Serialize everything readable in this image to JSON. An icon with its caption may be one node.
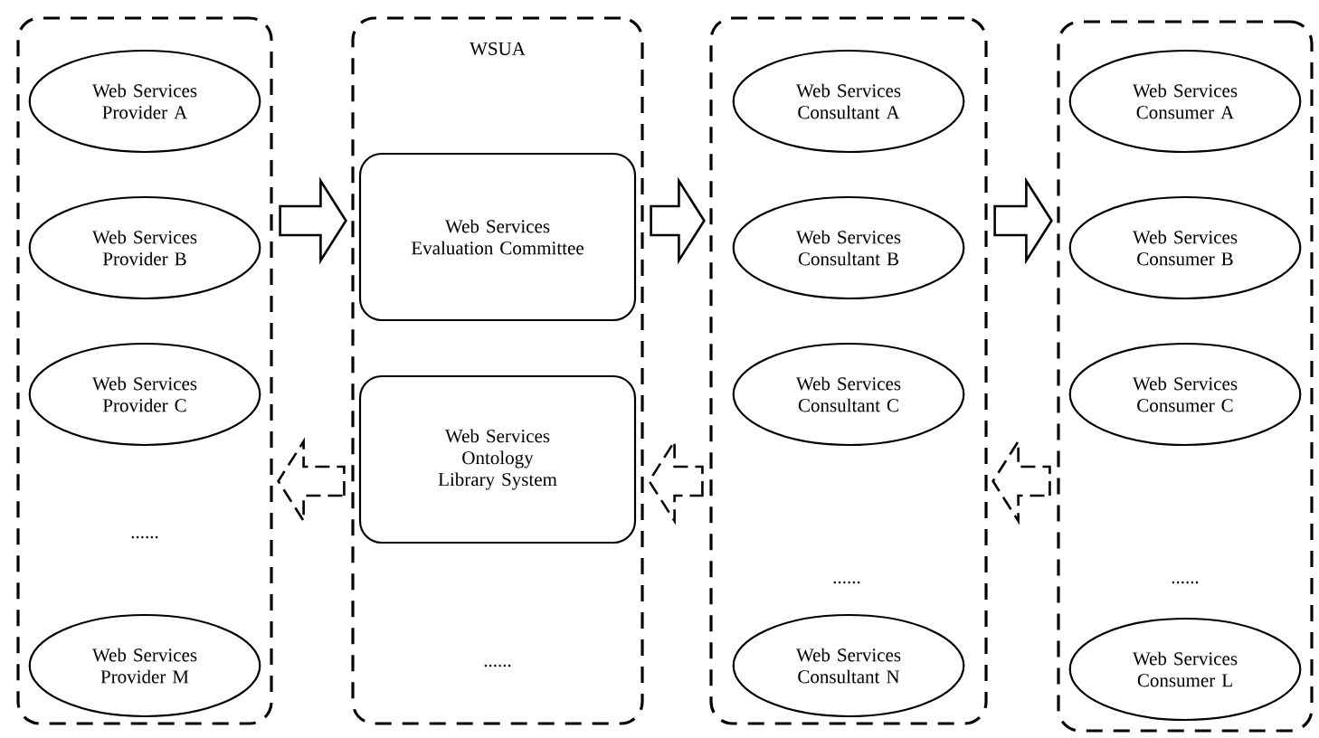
{
  "diagram": {
    "nodes": [
      {
        "text": [],
        "shape": "box"
      },
      {
        "text": [
          "Web Services Provider A"
        ],
        "in": 0
      },
      {
        "text": [
          "Web Services Provider B"
        ],
        "in": 0
      },
      {
        "text": [
          "Web Services Provider C"
        ],
        "in": 0
      },
      {
        "text": [
          "Web Services Provider M"
        ],
        "in": 0
      },
      {
        "text": [
          "WSUA"
        ]
      },
      {
        "text": [
          "Web Services Evaluation Committee"
        ],
        "in": 5
      },
      {
        "text": [
          "Web Services Ontology Library System"
        ],
        "in": 5
      },
      {
        "text": [],
        "shape": "box"
      },
      {
        "text": [
          "Web Services Consultant A"
        ],
        "in": 8
      },
      {
        "text": [
          "Web Services Consultant B"
        ],
        "in": 8
      },
      {
        "text": [
          "Web Services Consultant C"
        ],
        "in": 8
      },
      {
        "text": [
          "Web Services Consultant N"
        ],
        "in": 8
      },
      {
        "text": [],
        "shape": "box"
      },
      {
        "text": [
          "Web Services Consumer A"
        ],
        "in": 13
      },
      {
        "text": [
          "Web Services Consumer B"
        ],
        "in": 13
      },
      {
        "text": [
          "Web Services Consumer C"
        ],
        "in": 13
      },
      {
        "text": [
          "Web Services Consumer L"
        ],
        "in": 13
      }
    ],
    "edges": [
      {
        "from": 0,
        "to": 5,
        "arrow": "to"
      },
      {
        "from": 5,
        "to": 8,
        "arrow": "to"
      },
      {
        "from": 8,
        "to": 13,
        "arrow": "to"
      },
      {
        "from": 5,
        "to": 0,
        "arrow": "to",
        "style": "dashed"
      },
      {
        "from": 8,
        "to": 5,
        "arrow": "to",
        "style": "dashed"
      },
      {
        "from": 13,
        "to": 8,
        "arrow": "to",
        "style": "dashed"
      }
    ],
    "labels": [
      "......",
      "......",
      "......",
      "......"
    ]
  }
}
